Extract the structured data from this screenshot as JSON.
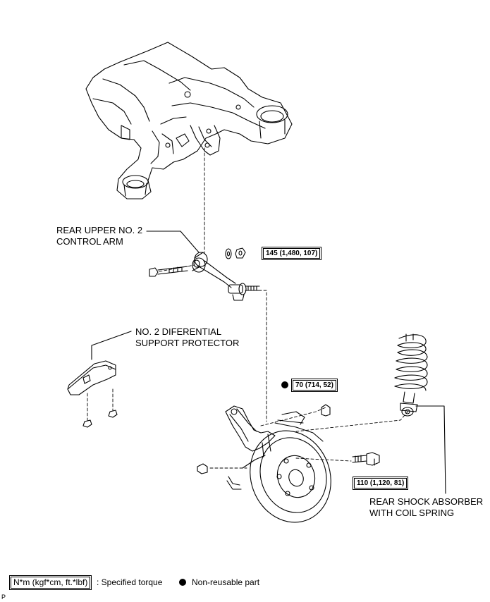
{
  "labels": {
    "upper_arm_line1": "REAR UPPER NO. 2",
    "upper_arm_line2": "CONTROL ARM",
    "diff_protector_line1": "NO. 2 DIFERENTIAL",
    "diff_protector_line2": "SUPPORT PROTECTOR",
    "shock_line1": "REAR SHOCK ABSORBER",
    "shock_line2": "WITH COIL SPRING"
  },
  "torques": {
    "upper_arm_nut": "145 (1,480, 107)",
    "hub_nut": "70 (714, 52)",
    "shock_bolt": "110 (1,120, 81)"
  },
  "legend": {
    "unit_box": "N*m (kgf*cm, ft.*lbf)",
    "unit_desc": ": Specified torque",
    "nonreusable_desc": "Non-reusable part"
  },
  "corner_code": "P"
}
